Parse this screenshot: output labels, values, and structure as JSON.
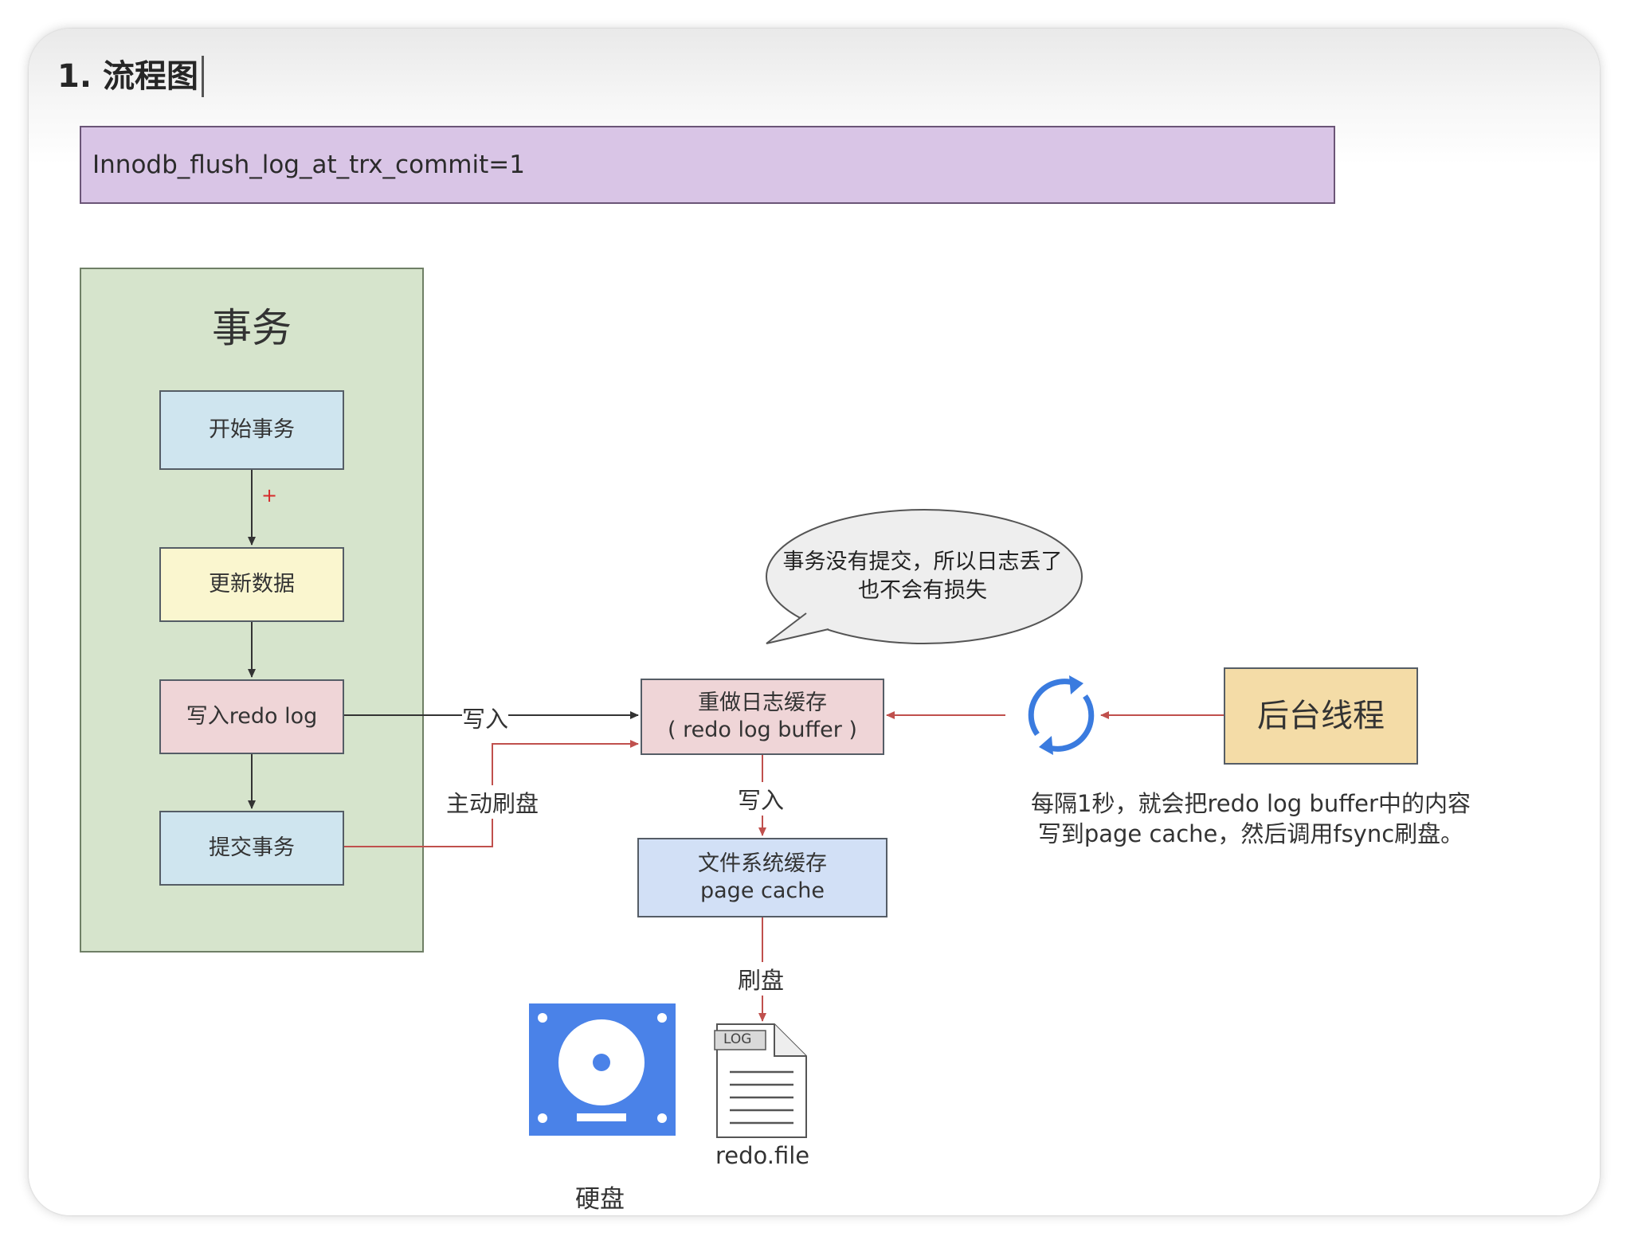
{
  "heading": "1. 流程图",
  "config_label": "Innodb_flush_log_at_trx_commit=1",
  "transaction": {
    "title": "事务",
    "steps": [
      "开始事务",
      "更新数据",
      "写入redo log",
      "提交事务"
    ]
  },
  "redo_log_buffer": {
    "line1": "重做日志缓存",
    "line2": "( redo log buffer )"
  },
  "page_cache": {
    "line1": "文件系统缓存",
    "line2": "page cache"
  },
  "background_thread": "后台线程",
  "edge_labels": {
    "write": "写入",
    "active_flush": "主动刷盘",
    "write_down": "写入",
    "flush": "刷盘"
  },
  "speech_bubble": {
    "line1": "事务没有提交，所以日志丢了",
    "line2": "也不会有损失"
  },
  "background_description": {
    "line1": "每隔1秒，就会把redo log buffer中的内容",
    "line2": "写到page cache，然后调用fsync刷盘。"
  },
  "disk_label": "硬盘",
  "log_icon_tag": "LOG",
  "redo_file_label": "redo.file",
  "colors": {
    "config_bar": "#d9c5e6",
    "transaction_panel": "#d6e4cc",
    "blue_box": "#cfe5ef",
    "yellow_box": "#faf6cf",
    "pink_box": "#efd5d7",
    "page_cache_box": "#d2e0f6",
    "background_thread_box": "#f4dca7",
    "red_arrow": "#c0504d",
    "disk_icon": "#4a82e8"
  }
}
